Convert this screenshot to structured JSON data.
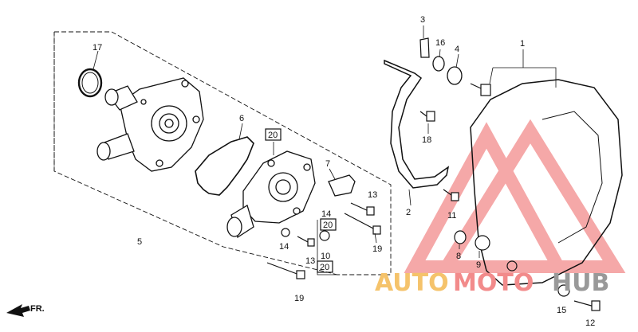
{
  "parts": {
    "p1": "1",
    "p2": "2",
    "p3": "3",
    "p4": "4",
    "p5": "5",
    "p6": "6",
    "p7": "7",
    "p8": "8",
    "p9": "9",
    "p10": "10",
    "p11": "11",
    "p12": "12",
    "p13a": "13",
    "p13b": "13",
    "p14a": "14",
    "p14b": "14",
    "p15": "15",
    "p16": "16",
    "p17": "17",
    "p18": "18",
    "p19a": "19",
    "p19b": "19",
    "p20a": "20",
    "p20b": "20",
    "p20c": "20"
  },
  "direction_label": "FR.",
  "watermark": {
    "part1": "AUTO",
    "part2": "MOTO",
    "part3": "HUB"
  },
  "colors": {
    "line": "#111111",
    "watermark": "#f28b8b",
    "watermark_text": "#f5c36b",
    "watermark_hub": "#999999"
  }
}
